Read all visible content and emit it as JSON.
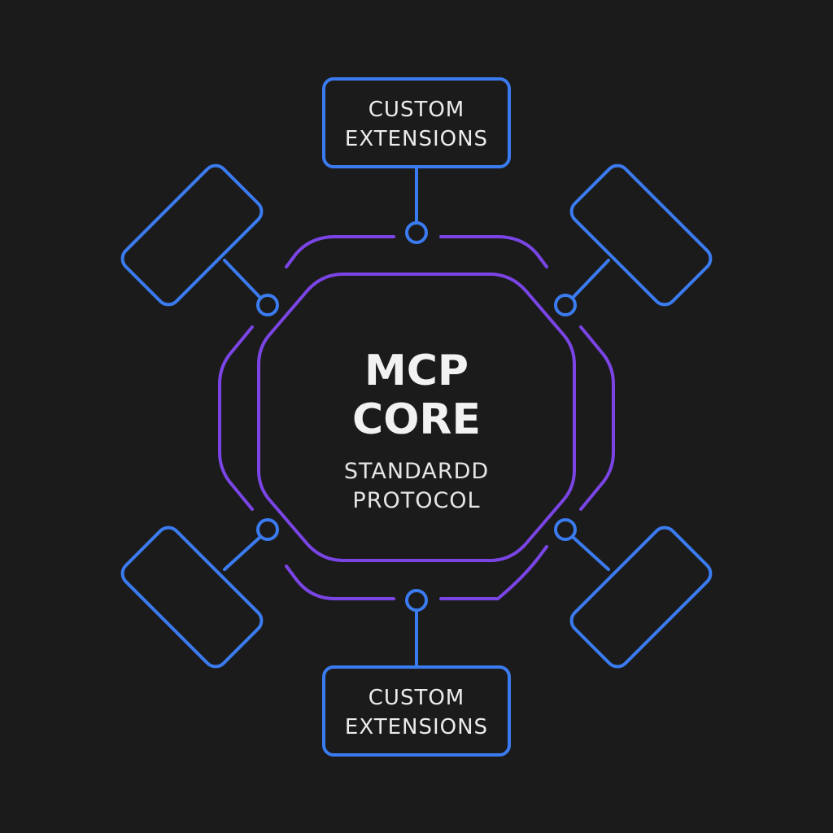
{
  "colors": {
    "background": "#1b1b1c",
    "blue": "#3b7bf0",
    "purple": "#7b45e6",
    "text": "#f0f0f0"
  },
  "core": {
    "title_line1": "MCP",
    "title_line2": "CORE",
    "subtitle_line1": "STANDARDD",
    "subtitle_line2": "PROTOCOL"
  },
  "extensions": {
    "top": {
      "line1": "CUSTOM",
      "line2": "EXTENSIONS"
    },
    "bottom": {
      "line1": "CUSTOM",
      "line2": "EXTENSIONS"
    }
  }
}
